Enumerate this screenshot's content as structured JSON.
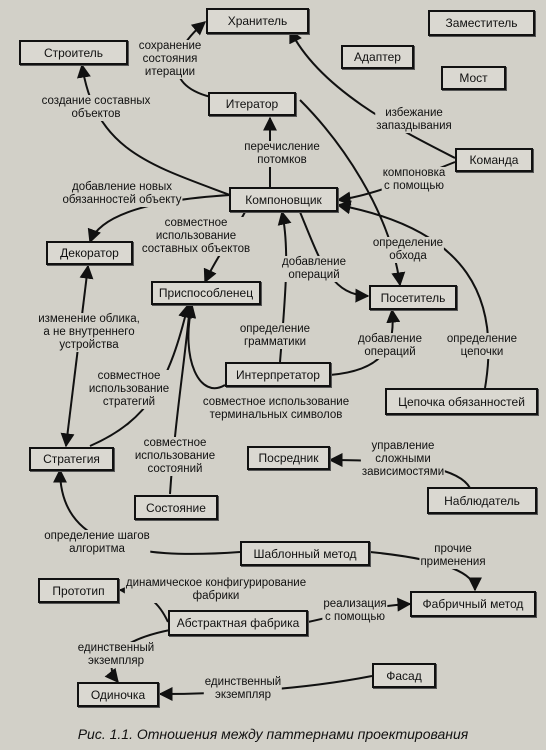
{
  "nodes": {
    "keeper": "Хранитель",
    "deputy": "Заместитель",
    "builder": "Строитель",
    "adapter": "Адаптер",
    "bridge": "Мост",
    "iterator": "Итератор",
    "command": "Команда",
    "composite": "Компоновщик",
    "decorator": "Декоратор",
    "visitor": "Посетитель",
    "flyweight": "Приспособленец",
    "interpreter": "Интерпретатор",
    "chain": "Цепочка обязанностей",
    "strategy": "Стратегия",
    "mediator": "Посредник",
    "observer": "Наблюдатель",
    "state": "Состояние",
    "template": "Шаблонный метод",
    "prototype": "Прототип",
    "factory_method": "Фабричный метод",
    "abstract_factory": "Абстрактная фабрика",
    "facade": "Фасад",
    "singleton": "Одиночка"
  },
  "edge_labels": {
    "saving_iteration_state": "сохранение\nсостояния\nитерации",
    "creating_composite_objects": "создание составных\nобъектов",
    "avoiding_hysteresis": "избежание\nзапаздывания",
    "enumerating_children": "перечисление\nпотомков",
    "composed_using": "компоновка\nс помощью",
    "adding_responsibilities": "добавление новых\nобязанностей объекту",
    "sharing_composite": "совместное\nиспользование\nсоставных объектов",
    "defining_traversals": "определение\nобхода",
    "adding_operations_composite": "добавление\nопераций",
    "changing_skin": "изменение облика,\nа не внутреннего\nустройства",
    "defining_grammar": "определение\nграмматики",
    "adding_operations_interpreter": "добавление\nопераций",
    "defining_chain": "определение\nцепочки",
    "sharing_strategies": "совместное\nиспользование\nстратегий",
    "sharing_terminal_symbols": "совместное использование\nтерминальных символов",
    "sharing_states": "совместное\nиспользование\nсостояний",
    "managing_complex_dependencies": "управление\nсложными\nзависимостями",
    "defining_algorithm_steps": "определение шагов\nалгоритма",
    "often_uses": "прочие\nприменения",
    "configure_factory_dynamically": "динамическое конфигурирование\nфабрики",
    "implement_using": "реализация\nс помощью",
    "single_instance_factory": "единственный\nэкземпляр",
    "single_instance_facade": "единственный\nэкземпляр"
  },
  "caption": "Рис. 1.1. Отношения между паттернами проектирования"
}
